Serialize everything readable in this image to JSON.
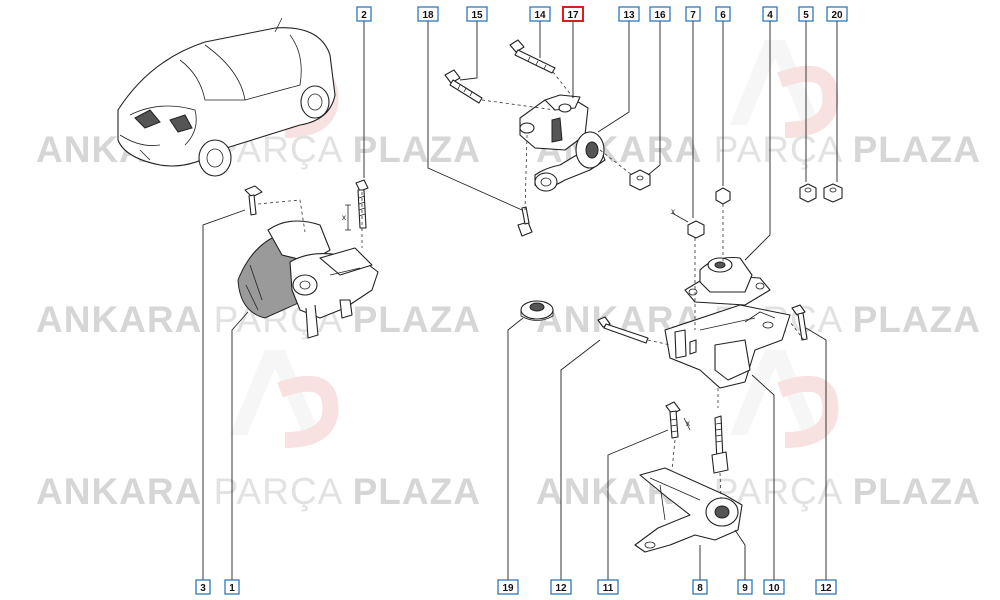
{
  "watermark": {
    "word_bold_1": "ANKARA",
    "word_light": "PARÇA",
    "word_bold_2": "PLAZA",
    "logo_letters": "AP"
  },
  "colors": {
    "callout_border": "#1f6fb5",
    "highlight_border": "#d81e1e",
    "watermark_gray": "#d6d6d6",
    "logo_red": "#e8b3b3"
  },
  "callouts": {
    "c2": "2",
    "c18": "18",
    "c15": "15",
    "c14": "14",
    "c17": "17",
    "c13": "13",
    "c16": "16",
    "c7": "7",
    "c6": "6",
    "c4": "4",
    "c5": "5",
    "c20": "20",
    "c3": "3",
    "c1": "1",
    "c19": "19",
    "c12a": "12",
    "c11": "11",
    "c8": "8",
    "c9": "9",
    "c10": "10",
    "c12b": "12"
  },
  "highlighted_part": "17",
  "dimension_marks": {
    "x1": "x",
    "x2": "x",
    "x3": "x"
  }
}
